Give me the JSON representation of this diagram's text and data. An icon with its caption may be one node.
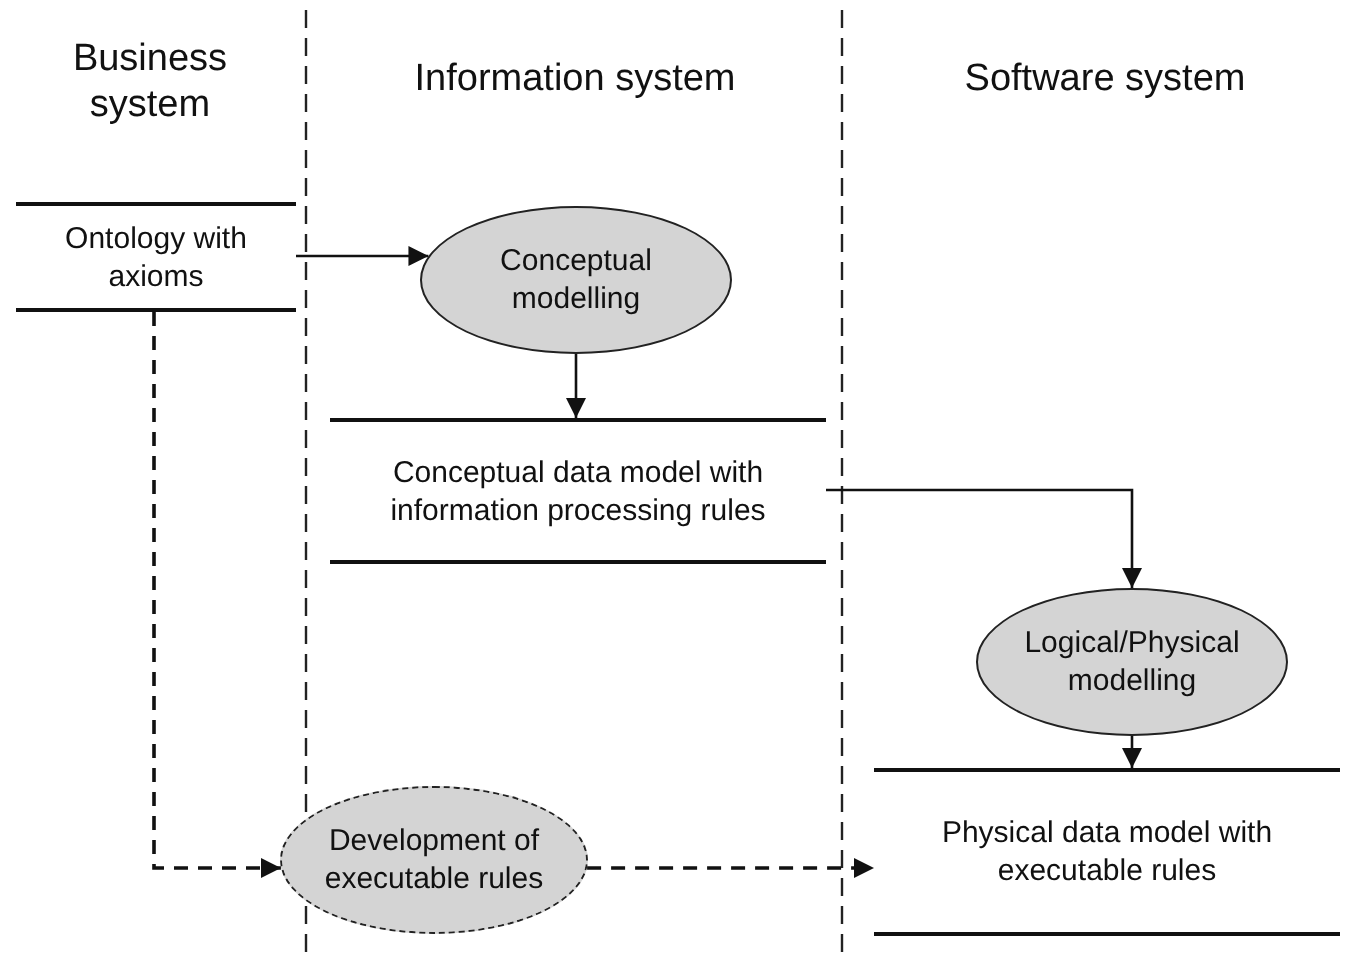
{
  "diagram": {
    "nodes": [
      {
        "text": [
          "Ontology with axioms"
        ]
      },
      {
        "text": [
          "Conceptual modelling"
        ]
      },
      {
        "text": [
          "Conceptual data model with information processing rules"
        ]
      },
      {
        "text": [
          "Logical/Physical modelling"
        ]
      },
      {
        "text": [
          "Physical data model with executable rules"
        ]
      },
      {
        "text": [
          "Development of executable rules"
        ]
      }
    ],
    "edges": [
      {
        "from": 0,
        "to": 1,
        "arrow": "to"
      },
      {
        "from": 1,
        "to": 2,
        "arrow": "to"
      },
      {
        "from": 2,
        "to": 3,
        "arrow": "to"
      },
      {
        "from": 3,
        "to": 4,
        "arrow": "to"
      },
      {
        "from": 0,
        "to": 5,
        "arrow": "to",
        "style": "dashed"
      },
      {
        "from": 5,
        "to": 4,
        "arrow": "to",
        "style": "dashed"
      }
    ],
    "labels": [
      "Business system",
      "Information system",
      "Software system"
    ]
  }
}
